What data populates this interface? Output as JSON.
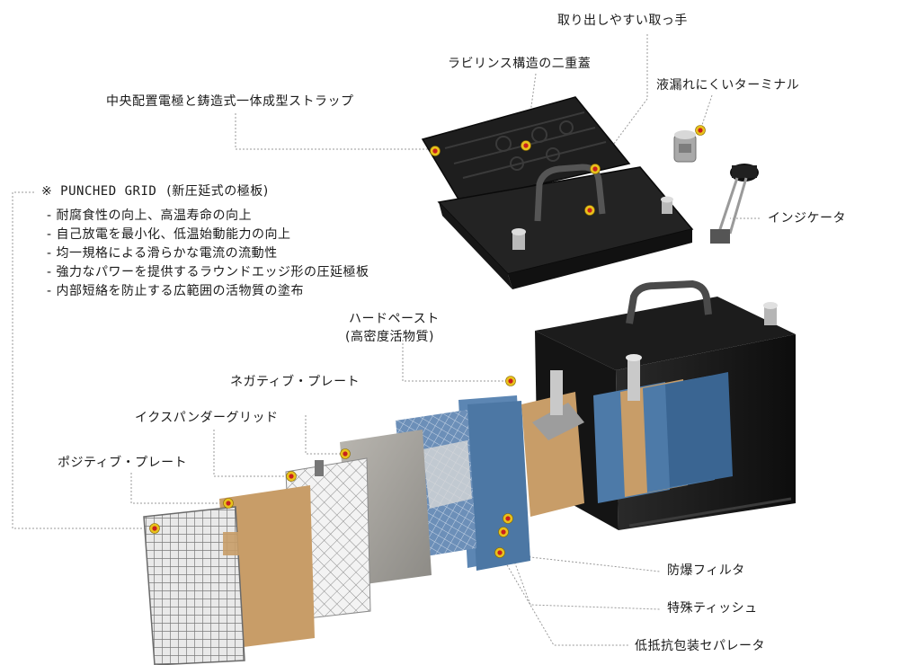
{
  "labels": {
    "handle": "取り出しやすい取っ手",
    "labyrinth_lid": "ラビリンス構造の二重蓋",
    "terminal": "液漏れにくいターミナル",
    "strap": "中央配置電極と鋳造式一体成型ストラップ",
    "indicator": "インジケータ",
    "hard_paste": "ハードペースト",
    "hard_paste_sub": "(高密度活物質)",
    "negative_plate": "ネガティブ・プレート",
    "expander_grid": "イクスパンダーグリッド",
    "positive_plate": "ポジティブ・プレート",
    "explosion_filter": "防爆フィルタ",
    "special_tissue": "特殊ティッシュ",
    "separator": "低抵抗包装セパレータ"
  },
  "punched_grid": {
    "title": "※ PUNCHED GRID",
    "title_sub": "(新圧延式の極板)",
    "features": [
      "- 耐腐食性の向上、高温寿命の向上",
      "- 自己放電を最小化、低温始動能力の向上",
      "- 均一規格による滑らかな電流の流動性",
      "- 強力なパワーを提供するラウンドエッジ形の圧延極板",
      "- 内部短絡を防止する広範囲の活物質の塗布"
    ]
  },
  "colors": {
    "marker": "#e8c21c",
    "marker_center": "#c8201e",
    "leader": "#9a9a9a",
    "battery_body": "#151515",
    "paste": "#c89d68",
    "separator_blue": "#5c86b3"
  }
}
